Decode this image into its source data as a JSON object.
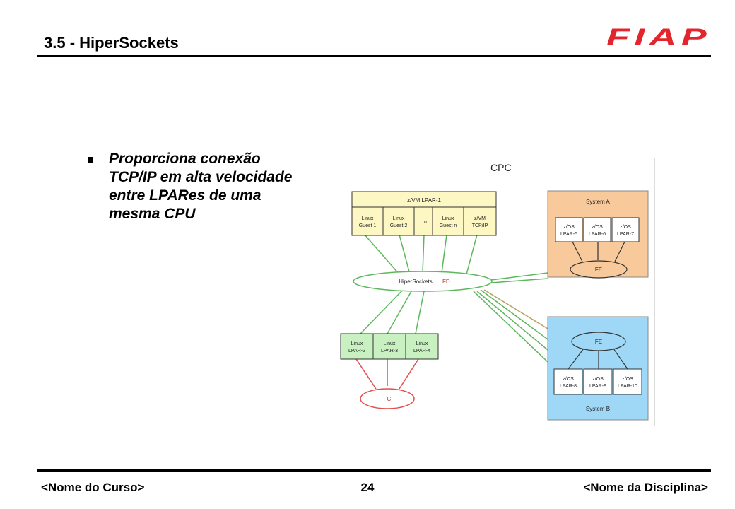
{
  "header": {
    "title": "3.5 - HiperSockets",
    "logo_text": "FIAP"
  },
  "content": {
    "bullet_text": "Proporciona conexão TCP/IP em alta velocidade entre LPARes de uma mesma CPU"
  },
  "diagram": {
    "cpc_label": "CPC",
    "zvm": {
      "title": "z/VM LPAR-1",
      "guests": [
        {
          "line1": "Linux",
          "line2": "Guest 1"
        },
        {
          "line1": "Linux",
          "line2": "Guest 2"
        },
        {
          "line1": "...n",
          "line2": ""
        },
        {
          "line1": "Linux",
          "line2": "Guest n"
        },
        {
          "line1": "z/VM",
          "line2": "TCP/IP"
        }
      ]
    },
    "hipersockets": {
      "label": "HiperSockets",
      "suffix": "FD"
    },
    "linux_lpars": [
      {
        "line1": "Linux",
        "line2": "LPAR-2"
      },
      {
        "line1": "Linux",
        "line2": "LPAR-3"
      },
      {
        "line1": "Linux",
        "line2": "LPAR-4"
      }
    ],
    "fc_label": "FC",
    "system_a": {
      "title": "System A",
      "fe_label": "FE",
      "lpars": [
        {
          "line1": "z/OS",
          "line2": "LPAR-5"
        },
        {
          "line1": "z/OS",
          "line2": "LPAR-6"
        },
        {
          "line1": "z/OS",
          "line2": "LPAR-7"
        }
      ]
    },
    "system_b": {
      "title": "System B",
      "fe_label": "FE",
      "lpars": [
        {
          "line1": "z/OS",
          "line2": "LPAR-8"
        },
        {
          "line1": "z/OS",
          "line2": "LPAR-9"
        },
        {
          "line1": "z/OS",
          "line2": "LPAR-10"
        }
      ]
    },
    "colors": {
      "zvm_fill": "#fdf7c4",
      "linux_fill": "#c8f0c0",
      "system_a_fill": "#f8c99a",
      "system_b_fill": "#9fd8f6",
      "green_line": "#5cb85c",
      "red_line": "#e05050"
    }
  },
  "footer": {
    "course": "<Nome do Curso>",
    "page_number": "24",
    "discipline": "<Nome da Disciplina>"
  }
}
